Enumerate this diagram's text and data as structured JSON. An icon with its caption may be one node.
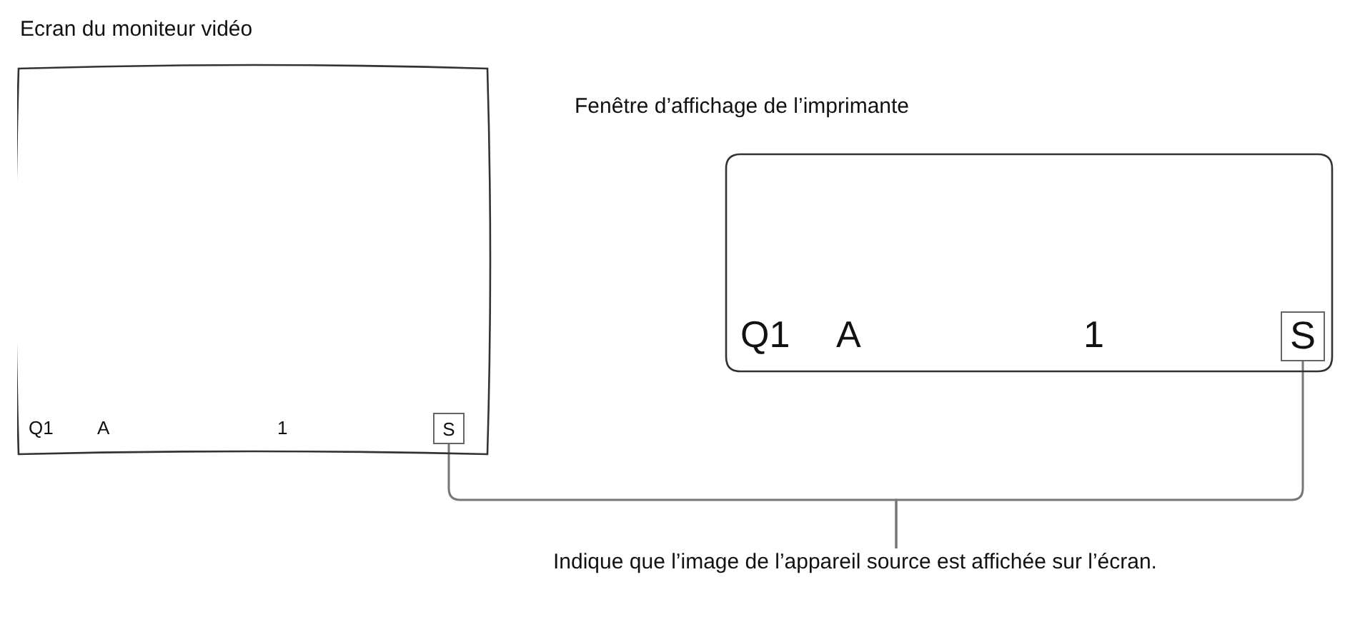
{
  "diagram": {
    "nodes": [
      {
        "text": [
          "Ecran du moniteur vidéo"
        ]
      },
      {
        "text": [
          "S"
        ],
        "in": 0
      },
      {
        "text": [
          "Fenêtre d’affichage de l’imprimante"
        ]
      },
      {
        "text": [
          "S"
        ],
        "in": 2
      },
      {
        "text": [
          "Indique que l’image de l’appareil source est affichée sur l’écran."
        ]
      }
    ],
    "edges": [
      {
        "from": 4,
        "to": 1,
        "arrow": "none"
      },
      {
        "from": 4,
        "to": 3,
        "arrow": "none"
      }
    ],
    "labels": [
      "Q1",
      "A",
      "1",
      "Q1",
      "A",
      "1"
    ]
  }
}
